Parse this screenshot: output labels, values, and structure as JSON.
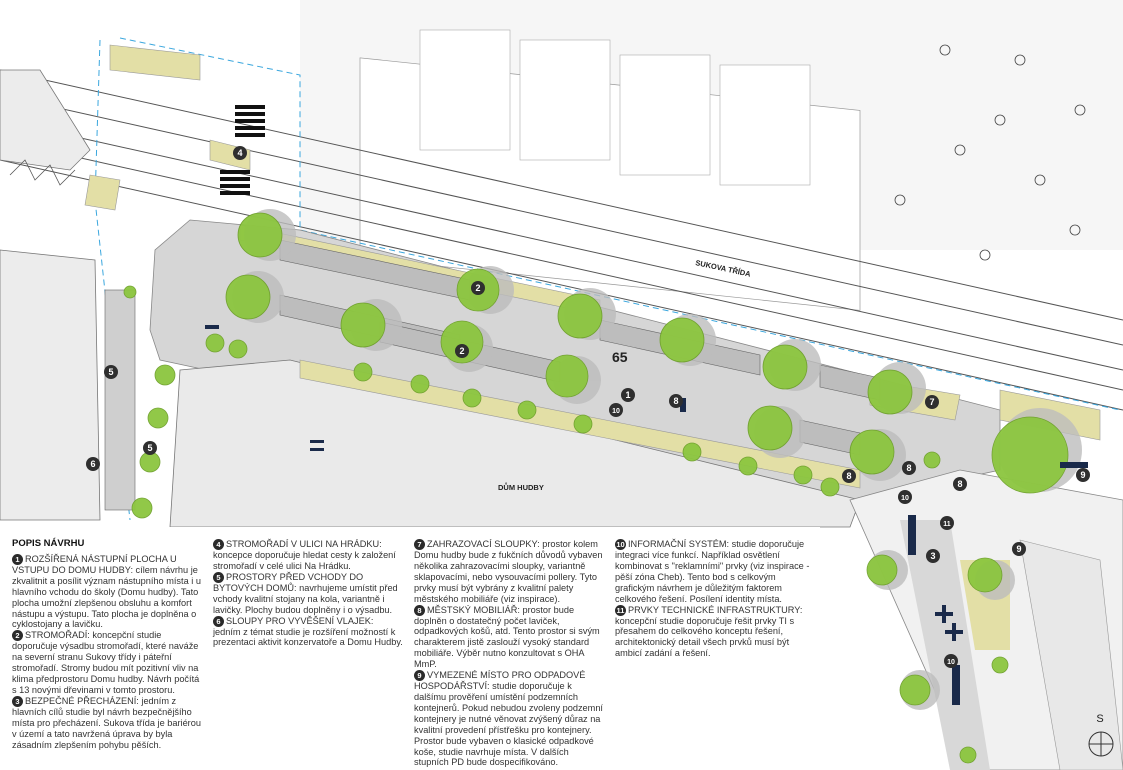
{
  "map": {
    "street_label": "SUKOVA TŘÍDA",
    "building_label": "DŮM HUDBY",
    "parking_count": "65",
    "north_label": "S",
    "markers": [
      "1",
      "2",
      "2",
      "3",
      "4",
      "5",
      "5",
      "6",
      "7",
      "8",
      "8",
      "8",
      "8",
      "9",
      "10",
      "10",
      "10",
      "11"
    ]
  },
  "description": {
    "heading": "POPIS NÁVRHU",
    "items": [
      {
        "num": "1",
        "title": "ROZŠÍŘENÁ NÁSTUPNÍ PLOCHA U VSTUPU DO DOMU HUDBY",
        "text": "cílem návrhu je zkvalitnit a posílit význam nástupního místa i u hlavního vchodu do školy (Domu hudby). Tato plocha umožní zlepšenou obsluhu a komfort nástupu a výstupu. Tato plocha je doplněna o cyklostojany a lavičku."
      },
      {
        "num": "2",
        "title": "STROMOŘADÍ",
        "text": "koncepční studie doporučuje výsadbu stromořadí, které naváže na severní stranu Sukovy třídy i páteřní stromořadí. Stromy budou mít pozitivní vliv na klima předprostoru Domu hudby. Návrh počítá s 13 novými dřevinami v tomto prostoru."
      },
      {
        "num": "3",
        "title": "BEZPEČNÉ PŘECHÁZENÍ",
        "text": "jedním z hlavních cílů studie byl návrh bezpečnějšího místa pro přecházení. Sukova třída je bariérou v území a tato navržená úprava by byla zásadním zlepšením pohybu pěších."
      },
      {
        "num": "4",
        "title": "STROMOŘADÍ V ULICI NA HRÁDKU",
        "text": "koncepce doporučuje hledat cesty k založení stromořadí v celé ulici Na Hrádku."
      },
      {
        "num": "5",
        "title": "PROSTORY PŘED VCHODY DO BYTOVÝCH DOMŮ",
        "text": "navrhujeme umístit před vchody kvalitní stojany na kola, variantně i lavičky. Plochy budou doplněny i o výsadbu."
      },
      {
        "num": "6",
        "title": "SLOUPY PRO VYVĚŠENÍ VLAJEK",
        "text": "jedním z témat studie je rozšíření možností k prezentaci aktivit konzervatoře a Domu Hudby."
      },
      {
        "num": "7",
        "title": "ZAHRAZOVACÍ SLOUPKY",
        "text": "prostor kolem Domu hudby bude z fukčních důvodů vybaven několika zahrazovacími sloupky, variantně sklapovacími, nebo vysouvacími pollery. Tyto prvky musí být vybrány z kvalitní palety městského mobiliáře (viz inspirace)."
      },
      {
        "num": "8",
        "title": "MĚSTSKÝ MOBILIÁŘ",
        "text": "prostor bude doplněn o dostatečný počet laviček, odpadkových košů, atd. Tento prostor si svým charakterem jistě zaslouží vysoký standard mobiliáře. Výběr nutno konzultovat s OHA MmP."
      },
      {
        "num": "9",
        "title": "VYMEZENÉ MÍSTO PRO ODPADOVÉ HOSPODÁŘSTVÍ",
        "text": "studie doporučuje k dalšímu prověření umístění podzemních kontejnerů. Pokud nebudou zvoleny podzemní kontejnery je nutné věnovat zvýšený důraz na kvalitní provedení přístřešku pro kontejnery. Prostor bude vybaven o klasické odpadkové koše, studie navrhuje místa. V dalších stupních PD bude dospecifikováno."
      },
      {
        "num": "10",
        "title": "INFORMAČNÍ SYSTÉM",
        "text": "studie doporučuje integraci více funkcí. Například osvětlení kombinovat s \"reklamními\" prvky (viz inspirace - pěší zóna Cheb). Tento bod s celkovým grafickým návrhem je důležitým faktorem celkového řešení. Posílení identity místa."
      },
      {
        "num": "11",
        "title": "PRVKY TECHNICKÉ INFRASTRUKTURY",
        "text": "koncepční studie doporučuje řešit prvky TI s přesahem do celkového konceptu řešení, architektonický detail všech prvků musí být ambicí zadání a řešení."
      }
    ]
  },
  "colors": {
    "tree": "#8cc63f",
    "tree_shadow": "#bdbdbd",
    "plaza": "#d6d6d6",
    "planting": "#e3dfa6",
    "building": "#e9e9e9",
    "road": "#ffffff",
    "lines": "#555555"
  }
}
